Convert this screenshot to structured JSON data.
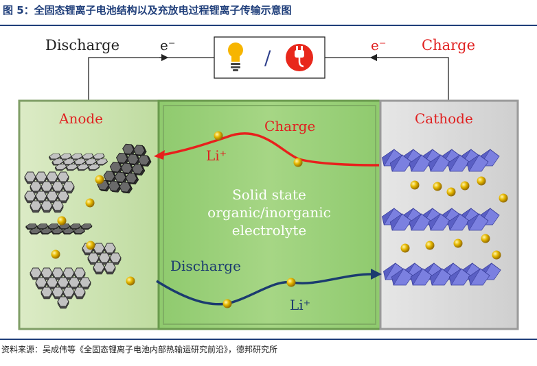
{
  "title": "图 5：全固态锂离子电池结构以及充放电过程锂离子传输示意图",
  "source": "资料来源：吴成伟等《全固态锂离子电池内部热输运研究前沿》，德邦研究所",
  "top": {
    "discharge_label": "Discharge",
    "electron_left": "e⁻",
    "electron_right": "e⁻",
    "charge_label": "Charge",
    "separator": "/",
    "bulb_icon": "lightbulb-icon",
    "plug_icon": "plug-icon"
  },
  "anode": {
    "label": "Anode",
    "color": "#cfe5b3"
  },
  "electrolyte": {
    "line1": "Solid state",
    "line2": "organic/inorganic",
    "line3": "electrolyte",
    "color": "#9fd17e"
  },
  "cathode": {
    "label": "Cathode",
    "color": "#d9d9d9"
  },
  "flows": {
    "charge_label": "Charge",
    "charge_ion": "Li⁺",
    "charge_color": "#e8201c",
    "discharge_label": "Discharge",
    "discharge_ion": "Li⁺",
    "discharge_color": "#1b3b6f"
  },
  "colors": {
    "label_red": "#e02020",
    "ion_gold": "#d8a400",
    "graphite": "#a8a8a8",
    "octahedra": "#6f74d6"
  }
}
